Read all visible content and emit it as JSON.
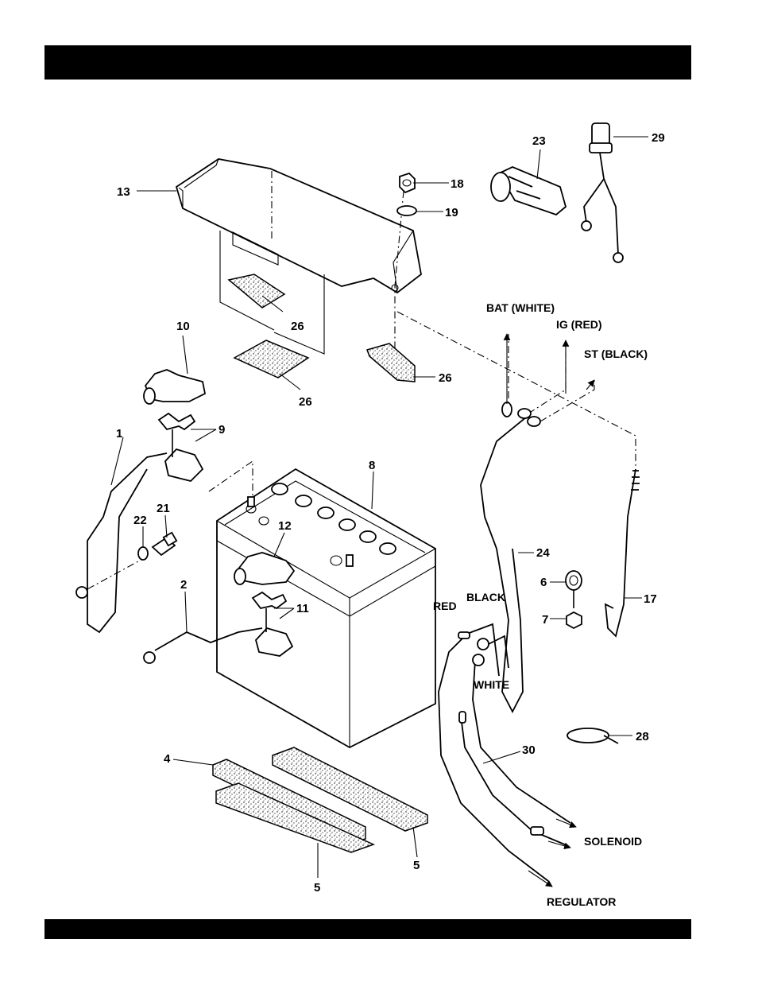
{
  "header": {
    "title": ""
  },
  "footer": {
    "text": ""
  },
  "callouts": {
    "c1": "1",
    "c2": "2",
    "c4": "4",
    "c5a": "5",
    "c5b": "5",
    "c6": "6",
    "c7": "7",
    "c8": "8",
    "c9": "9",
    "c10": "10",
    "c11": "11",
    "c12": "12",
    "c13": "13",
    "c17": "17",
    "c18": "18",
    "c19": "19",
    "c21": "21",
    "c22": "22",
    "c23": "23",
    "c24": "24",
    "c26a": "26",
    "c26b": "26",
    "c26c": "26",
    "c28": "28",
    "c29": "29",
    "c30": "30"
  },
  "wire_labels": {
    "bat": "BAT (WHITE)",
    "ig": "IG (RED)",
    "st": "ST (BLACK)",
    "red": "RED",
    "black": "BLACK",
    "white": "WHITE",
    "solenoid": "SOLENOID",
    "regulator": "REGULATOR"
  }
}
